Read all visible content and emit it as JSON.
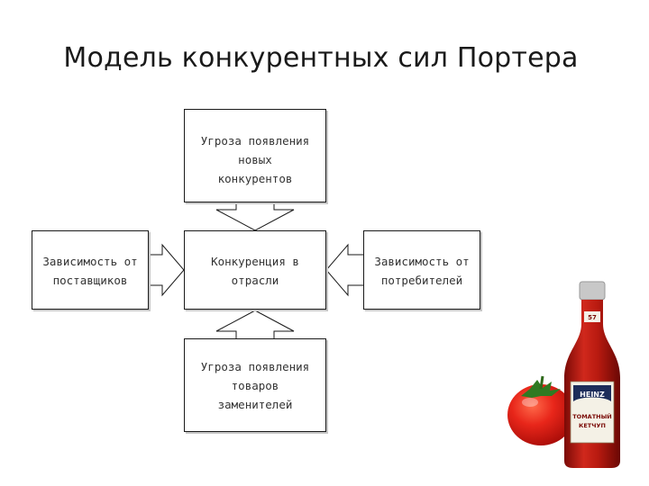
{
  "title": "Модель конкурентных сил Портера",
  "diagram": {
    "top_box": [
      "Угроза появления",
      "новых",
      "конкурентов"
    ],
    "center_box": [
      "Конкуренция в",
      "отрасли"
    ],
    "left_box": [
      "Зависимость от",
      "поставщиков"
    ],
    "right_box": [
      "Зависимость от",
      "потребителей"
    ],
    "bottom_box": [
      "Угроза появления",
      "товаров",
      "заменителей"
    ]
  },
  "product": {
    "brand": "HEINZ",
    "number": "57",
    "label_line1": "ТОМАТНЫЙ",
    "label_line2": "КЕТЧУП"
  }
}
